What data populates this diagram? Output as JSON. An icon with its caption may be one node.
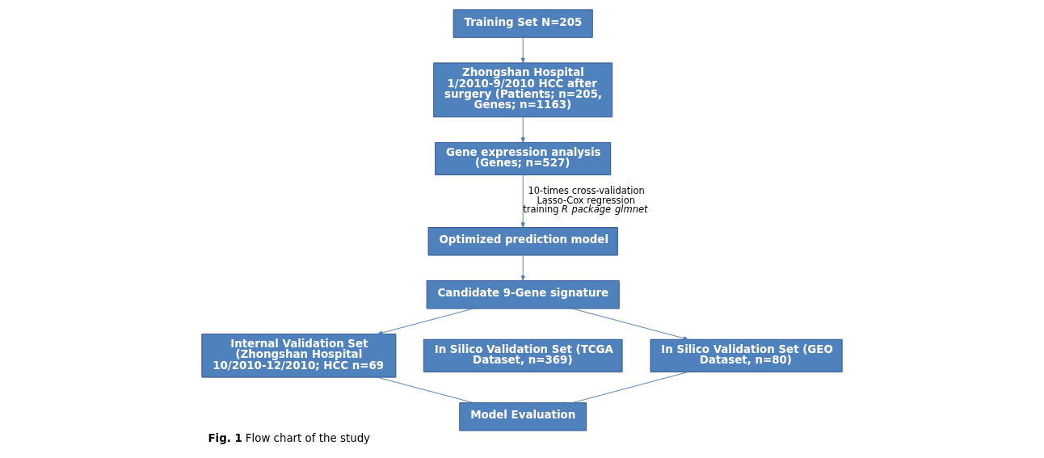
{
  "diagram": {
    "caption": "**Fig. 1** Flow chart of the study",
    "nodes": [
      {
        "text": [
          "Training Set N=205"
        ]
      },
      {
        "text": [
          "Zhongshan Hospital 1/2010-9/2010 HCC after surgery (Patients; n=205, Genes; n=1163)"
        ]
      },
      {
        "text": [
          "Gene expression analysis (Genes; n=527)"
        ]
      },
      {
        "text": [
          "Optimized prediction model"
        ]
      },
      {
        "text": [
          "Candidate 9-Gene signature"
        ]
      },
      {
        "text": [
          "Internal Validation Set (Zhongshan Hospital 10/2010-12/2010; HCC n=69"
        ]
      },
      {
        "text": [
          "In Silico Validation Set (TCGA Dataset, n=369)"
        ]
      },
      {
        "text": [
          "In Silico Validation Set (GEO Dataset, n=80)"
        ]
      },
      {
        "text": [
          "Model Evaluation"
        ]
      }
    ],
    "edges": [
      {
        "from": 0,
        "to": 1,
        "arrow": "to"
      },
      {
        "from": 1,
        "to": 2,
        "arrow": "to"
      },
      {
        "from": 2,
        "to": 3,
        "arrow": "to",
        "label": "10-times cross-validation Lasso-Cox regression training *R package glmnet*"
      },
      {
        "from": 3,
        "to": 4,
        "arrow": "to"
      },
      {
        "from": 4,
        "to": 5,
        "arrow": "to"
      },
      {
        "from": 4,
        "to": 7,
        "arrow": "to"
      },
      {
        "from": 5,
        "to": 8,
        "arrow": "none"
      },
      {
        "from": 7,
        "to": 8,
        "arrow": "none"
      }
    ]
  }
}
